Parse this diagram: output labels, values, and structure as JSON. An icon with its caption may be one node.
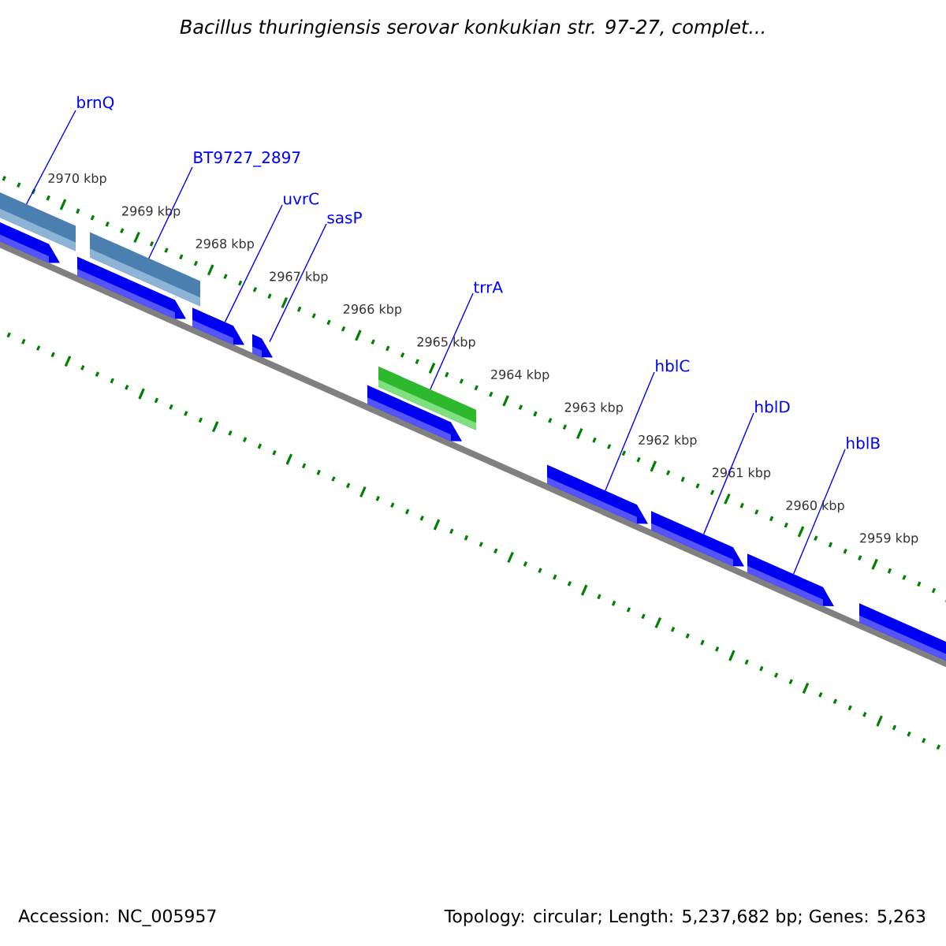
{
  "diagram": {
    "title": "*Bacillus thuringiensis serovar konkukian str. 97-27, complet...*",
    "nodes": [
      {
        "text": [
          "brnQ"
        ]
      },
      {
        "text": [
          "BT9727_2897"
        ]
      },
      {
        "text": [
          "uvrC"
        ]
      },
      {
        "text": [
          "sasP"
        ]
      },
      {
        "text": [
          "trrA"
        ]
      },
      {
        "text": [
          "hblC"
        ]
      },
      {
        "text": [
          "hblD"
        ]
      },
      {
        "text": [
          "hblB"
        ]
      },
      {
        "text": [],
        "shape": "bar"
      },
      {
        "text": [],
        "shape": "bar"
      },
      {
        "text": [],
        "shape": "bar"
      },
      {
        "text": [],
        "shape": "bar"
      },
      {
        "text": [],
        "shape": "bar"
      },
      {
        "text": [],
        "shape": "bar"
      },
      {
        "text": [],
        "shape": "bar"
      },
      {
        "text": [],
        "shape": "bar"
      },
      {
        "text": [],
        "shape": "bar"
      },
      {
        "text": [],
        "shape": "bar"
      },
      {
        "text": [],
        "shape": "bar"
      },
      {
        "text": [],
        "shape": "bar"
      }
    ],
    "edges": [
      {
        "from": 0,
        "to": 8,
        "arrow": "none"
      },
      {
        "from": 1,
        "to": 11,
        "arrow": "none"
      },
      {
        "from": 2,
        "to": 12,
        "arrow": "none"
      },
      {
        "from": 3,
        "to": 13,
        "arrow": "none"
      },
      {
        "from": 4,
        "to": 15,
        "arrow": "none"
      },
      {
        "from": 5,
        "to": 16,
        "arrow": "none"
      },
      {
        "from": 6,
        "to": 17,
        "arrow": "none"
      },
      {
        "from": 7,
        "to": 18,
        "arrow": "none"
      }
    ],
    "labels": [
      "2970 kbp",
      "2969 kbp",
      "2968 kbp",
      "2967 kbp",
      "2966 kbp",
      "2965 kbp",
      "2964 kbp",
      "2963 kbp",
      "2962 kbp",
      "2961 kbp",
      "2960 kbp",
      "2959 kbp",
      "Accession: NC_005957",
      "Topology: circular; Length: 5,237,682 bp; Genes: 5,263"
    ]
  }
}
